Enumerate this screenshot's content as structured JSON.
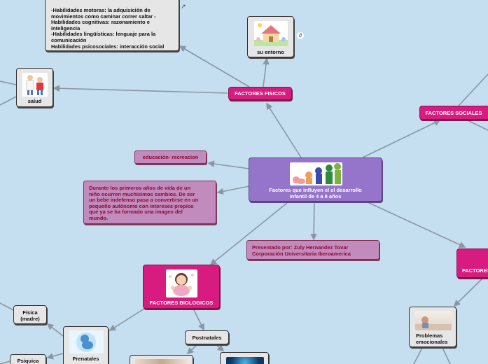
{
  "central": {
    "title": "Factores que influyen el el desarrollo infantil de 4 a 8 años",
    "image_icon": "toddler-figures-illustration"
  },
  "nodes": {
    "habilidades": {
      "lines": [
        "-Habilidades motoras: la adquisición de",
        "movimientos como caminar correr saltar -",
        "Habilidades cognitivas: razonamiento e",
        "inteligencia",
        "-Habilidades lingüísticas: lenguaje para la",
        "comunicación",
        "Habilidades psicosociales: interacción social"
      ]
    },
    "entorno": {
      "label": "su entorno",
      "image_icon": "house-with-children-illustration"
    },
    "salud": {
      "label": "salud",
      "image_icon": "doctor-and-patient-illustration"
    },
    "factores_fisicos": {
      "label": "FACTORES FISICOS"
    },
    "factores_sociales": {
      "label": "FACTORES SOCIALES"
    },
    "factores_right": {
      "label": "FACTORES"
    },
    "educacion": {
      "label": "educación- recreacion"
    },
    "primeros_anos": {
      "lines": [
        "Durante los primeros años de vida  de un",
        "niño ocurren muchísimos cambios. De ser",
        "un bebe indefenso pasa a convertirse  en un",
        "pequeño autónomo con intereses propios",
        "que ya se ha formado una imagen del",
        "mundo."
      ]
    },
    "presentado": {
      "lines": [
        "Presentado por: Zuly Hernandez Tovar",
        "Corporación Universitaria Iberoamerica"
      ]
    },
    "biologicos": {
      "label": "FACTORES BIOLOGICOS",
      "image_icon": "baby-girl-illustration"
    },
    "postnatales": {
      "label": "Postnatales"
    },
    "prenatales": {
      "label": "Prenatales",
      "image_icon": "fetus-illustration"
    },
    "fisica_madre": {
      "line1": "Física",
      "line2": "(madre)"
    },
    "psiquica": {
      "label": "Psiquica"
    },
    "problemas": {
      "line1": "Problemas",
      "line2": "emocionales",
      "image_icon": "sad-child-photo"
    }
  },
  "icons": {
    "external_link": "external-link-icon",
    "link_glyph": "↗",
    "attachment": "attachment-icon",
    "attachment_glyph": "∂"
  },
  "colors": {
    "background": "#c5dff1",
    "connector": "#8a96a3",
    "pink_node": "#d81b7e",
    "lavender_node": "#9575c9",
    "maroon_text": "#8e0a33"
  }
}
